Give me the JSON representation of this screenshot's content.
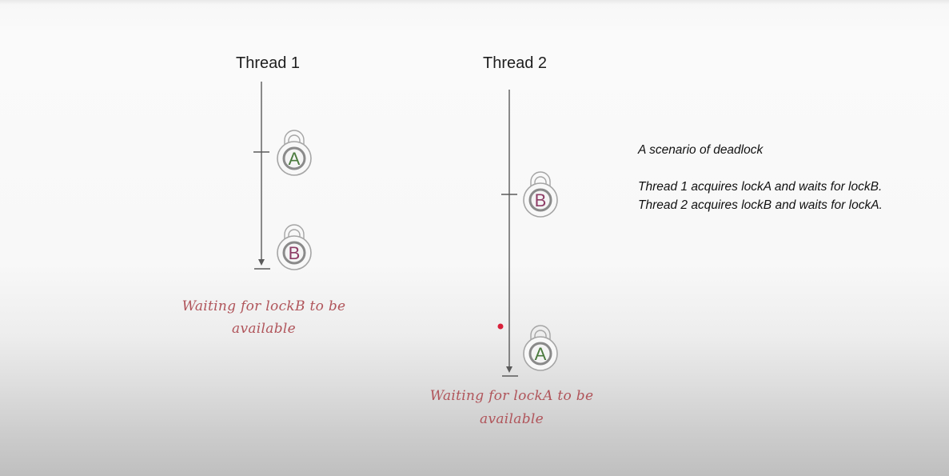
{
  "threads": [
    {
      "title": "Thread 1"
    },
    {
      "title": "Thread 2"
    }
  ],
  "locks": {
    "thread1": [
      {
        "letter": "A",
        "color": "#4a7a3d"
      },
      {
        "letter": "B",
        "color": "#8e3d66"
      }
    ],
    "thread2": [
      {
        "letter": "B",
        "color": "#8e3d66"
      },
      {
        "letter": "A",
        "color": "#4a7a3d"
      }
    ]
  },
  "waiting": {
    "thread1": [
      "Waiting for lockB to be",
      "available"
    ],
    "thread2": [
      "Waiting for lockA to be",
      "available"
    ]
  },
  "caption": {
    "title": "A scenario of deadlock",
    "body": "Thread 1 acquires lockA and waits for lockB. Thread 2 acquires lockB and waits for lockA."
  },
  "colors": {
    "timeline": "#5a5a5a",
    "annotation": "#b0545a",
    "pointer_dot": "#d8203a",
    "lock_outline": "#9a9a9a"
  }
}
